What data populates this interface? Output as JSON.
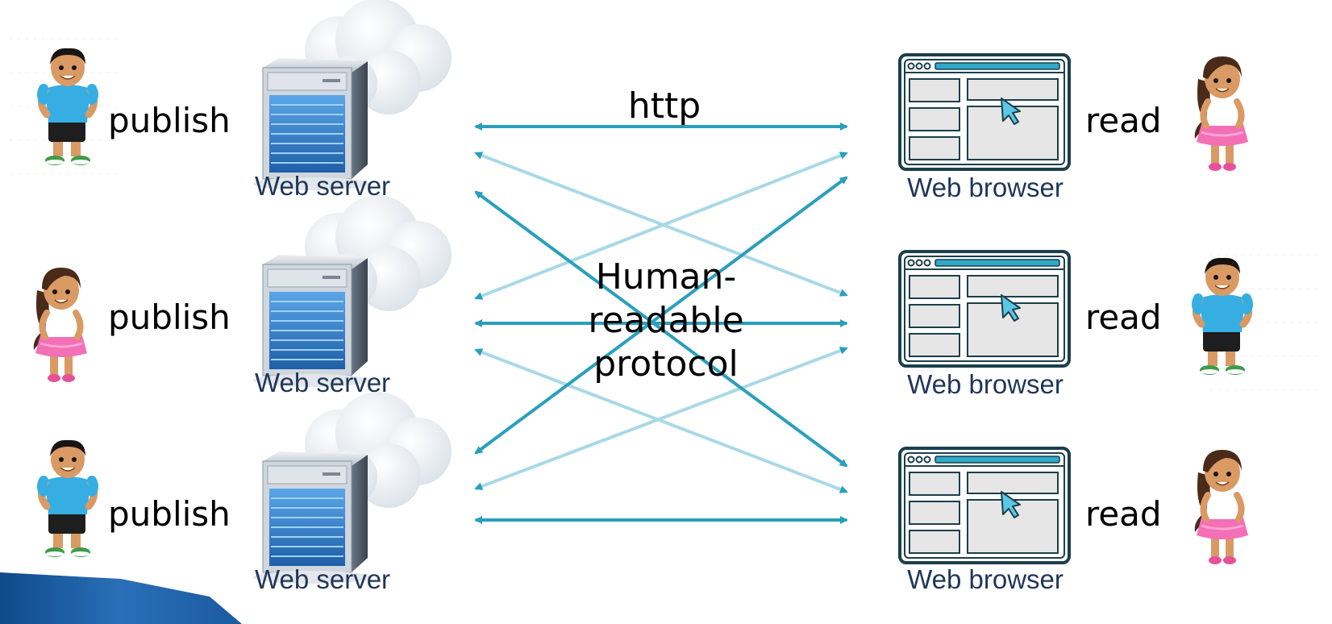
{
  "publishers": [
    {
      "verb": "publish",
      "person": "boy",
      "caption": "Web server"
    },
    {
      "verb": "publish",
      "person": "girl",
      "caption": "Web server"
    },
    {
      "verb": "publish",
      "person": "boy",
      "caption": "Web server"
    }
  ],
  "readers": [
    {
      "verb": "read",
      "person": "girl",
      "caption": "Web browser"
    },
    {
      "verb": "read",
      "person": "boy",
      "caption": "Web browser"
    },
    {
      "verb": "read",
      "person": "girl",
      "caption": "Web browser"
    }
  ],
  "protocol_label": "http",
  "center_label": [
    "Human-",
    "readable",
    "protocol"
  ],
  "connections": "every web server is linked to every web browser with a two-way arrow",
  "colors": {
    "arrow_dark": "#2a9fbc",
    "arrow_light": "#a9d9e6",
    "caption": "#1f3658",
    "browser_outline": "#1c3f4c",
    "browser_accent": "#2fa9c6",
    "server_blue": "#2e7fd0",
    "cloud": "#e9eef3"
  }
}
